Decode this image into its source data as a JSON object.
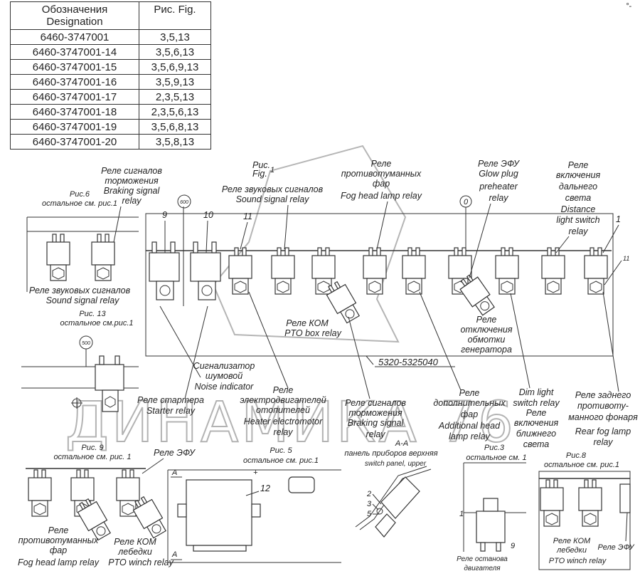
{
  "table": {
    "header_designation_ru": "Обозначения",
    "header_designation_en": "Designation",
    "header_fig": "Рис. Fig.",
    "rows": [
      {
        "designation": "6460-3747001",
        "figs": "3,5,13"
      },
      {
        "designation": "6460-3747001-14",
        "figs": "3,5,6,13"
      },
      {
        "designation": "6460-3747001-15",
        "figs": "3,5,6,9,13"
      },
      {
        "designation": "6460-3747001-16",
        "figs": "3,5,9,13"
      },
      {
        "designation": "6460-3747001-17",
        "figs": "2,3,5,13"
      },
      {
        "designation": "6460-3747001-18",
        "figs": "2,3,5,6,13"
      },
      {
        "designation": "6460-3747001-19",
        "figs": "3,5,6,8,13"
      },
      {
        "designation": "6460-3747001-20",
        "figs": "3,5,8,13"
      }
    ]
  },
  "watermark": "ДИНАМИКА 76",
  "corner_mark": "°-",
  "fig1": {
    "caption_ric": "Рис.",
    "caption_fig": "Fig.",
    "caption_num": "1",
    "panel_code": "5320-5325040",
    "callout_600": "600",
    "callout_0": "0",
    "num_9": "9",
    "num_10": "10",
    "num_11": "11",
    "num_11_right": "11",
    "num_1": "1",
    "braking_top": [
      "Реле сигналов",
      "торможения",
      "Braking signal",
      "relay"
    ],
    "sound_top": [
      "Реле звуковых сигналов",
      "Sound signal relay"
    ],
    "fog_top": [
      "Реле",
      "противотуманных",
      "фар",
      "Fog head lamp relay"
    ],
    "glow_top": [
      "Реле ЭФУ",
      "Glow plug",
      "preheater",
      "relay"
    ],
    "distance_top": [
      "Реле",
      "включения",
      "дальнего",
      "света",
      "Distance",
      "light switch",
      "relay"
    ],
    "pto_box": [
      "Реле КОМ",
      "PTO box relay"
    ],
    "gen_off": [
      "Реле",
      "отключения",
      "обмотки",
      "генератора"
    ],
    "noise": [
      "Сигнализатор",
      "шумовой",
      "Noise indicator"
    ],
    "starter": [
      "Реле стартера",
      "Starter relay"
    ],
    "heater": [
      "Реле",
      "электродвигателей",
      "отопителей",
      "Heater electromotor",
      "relay"
    ],
    "braking_bottom": [
      "Реле сигналов",
      "торможения",
      "Braking signal",
      "relay"
    ],
    "additional": [
      "Реле",
      "дополнительных",
      "фар",
      "Additional head",
      "lamp relay"
    ],
    "dim": [
      "Dim light",
      "switch relay",
      "Реле",
      "включения",
      "ближнего",
      "света"
    ],
    "rear_fog": [
      "Реле заднего",
      "противоту-",
      "манного фонаря",
      "Rear fog lamp",
      "relay"
    ]
  },
  "fig6": {
    "caption": [
      "Рис.6",
      "остальное см. рис.1"
    ],
    "sound": [
      "Реле звуковых сигналов",
      "Sound signal relay"
    ]
  },
  "fig13": {
    "caption": [
      "Рис. 13",
      "остальное см.рис.1"
    ],
    "callout_500": "500"
  },
  "fig9": {
    "caption": [
      "Рис. 9",
      "остальное см. рис. 1"
    ],
    "efu": "Реле ЭФУ",
    "fog": [
      "Реле",
      "противотуманных",
      "фар",
      "Fog head lamp relay"
    ],
    "pto_winch": [
      "Реле КОМ",
      "лебедки",
      "PTO winch relay"
    ]
  },
  "fig5": {
    "caption": [
      "Рис. 5",
      "остальное см. рис.1"
    ],
    "num_12": "12",
    "mark_a": "A",
    "plus": "+"
  },
  "section_aa": {
    "title": "А-А",
    "ru": "панель приборов верхняя",
    "en": "switch panel, upper",
    "n2": "2",
    "n3": "3",
    "n5": "5"
  },
  "fig3": {
    "caption": [
      "Рис.3",
      "остальное см. 1"
    ],
    "n1": "1",
    "n9": "9",
    "stop": [
      "Реле останова",
      "двигателя"
    ]
  },
  "fig8": {
    "caption": [
      "Рис.8",
      "остальное см. рис.1"
    ],
    "pto_winch": [
      "Реле КОМ",
      "лебедки",
      "PTO winch relay"
    ],
    "efu": "Реле ЭФУ"
  }
}
